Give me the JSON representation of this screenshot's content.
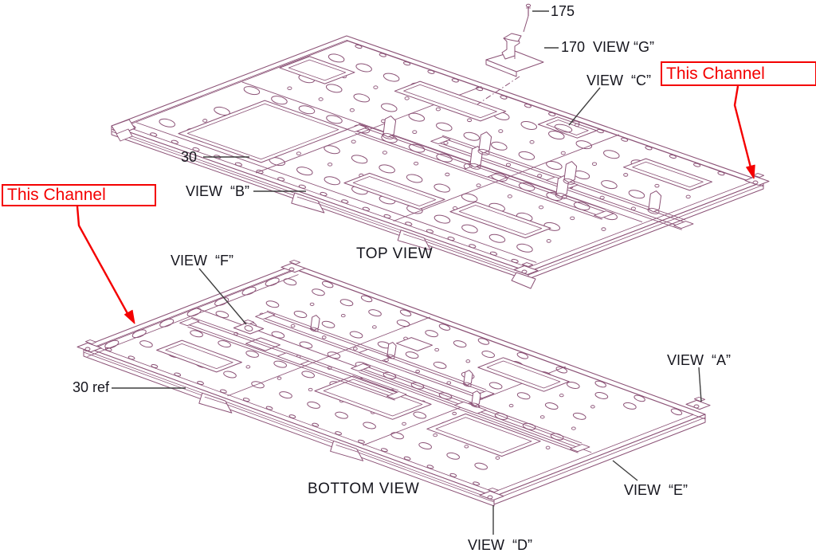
{
  "colors": {
    "line_art": "#8b5276",
    "callout_red": "#f40000",
    "label_text": "#15151d",
    "leader": "#3f3f3f",
    "background": "#ffffff"
  },
  "diagram": {
    "titles": {
      "top": "TOP VIEW",
      "bottom": "BOTTOM VIEW"
    },
    "callouts": {
      "part_175": "175",
      "part_170_view_g": "170  VIEW “G”",
      "view_a": "VIEW  “A”",
      "view_b": "VIEW  “B”",
      "view_c": "VIEW  “C”",
      "view_d": "VIEW  “D”",
      "view_e": "VIEW  “E”",
      "view_f": "VIEW  “F”",
      "ref_30": "30",
      "ref_30_ref": "30 ref",
      "channel_note_left": "This Channel",
      "channel_note_right": "This Channel"
    }
  }
}
